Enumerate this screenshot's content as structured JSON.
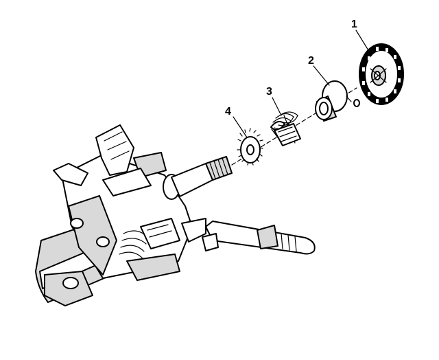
{
  "callouts": [
    {
      "id": "1",
      "label": "1"
    },
    {
      "id": "2",
      "label": "2"
    },
    {
      "id": "3",
      "label": "3"
    },
    {
      "id": "4",
      "label": "4"
    }
  ],
  "colors": {
    "ink": "#000000",
    "shade": "#d9d9d9",
    "paper": "#ffffff"
  }
}
